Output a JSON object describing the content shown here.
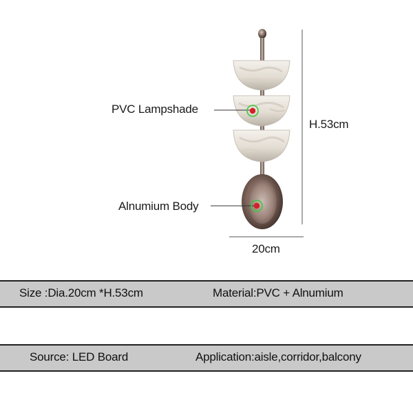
{
  "diagram": {
    "callout_shade": "PVC Lampshade",
    "callout_body": "Alnumium Body",
    "height_label": "H.53cm",
    "width_label": "20cm"
  },
  "specs": {
    "size": "Size :Dia.20cm *H.53cm",
    "material": "Material:PVC + Alnumium",
    "source": "Source: LED Board",
    "application": "Application:aisle,corridor,balcony"
  },
  "colors": {
    "band_fill": "#c9c9c9",
    "band_border": "#1f1f1f",
    "marker_red": "#d4202a",
    "marker_green": "#3cc93c",
    "body_metal": "#8a6f63"
  }
}
